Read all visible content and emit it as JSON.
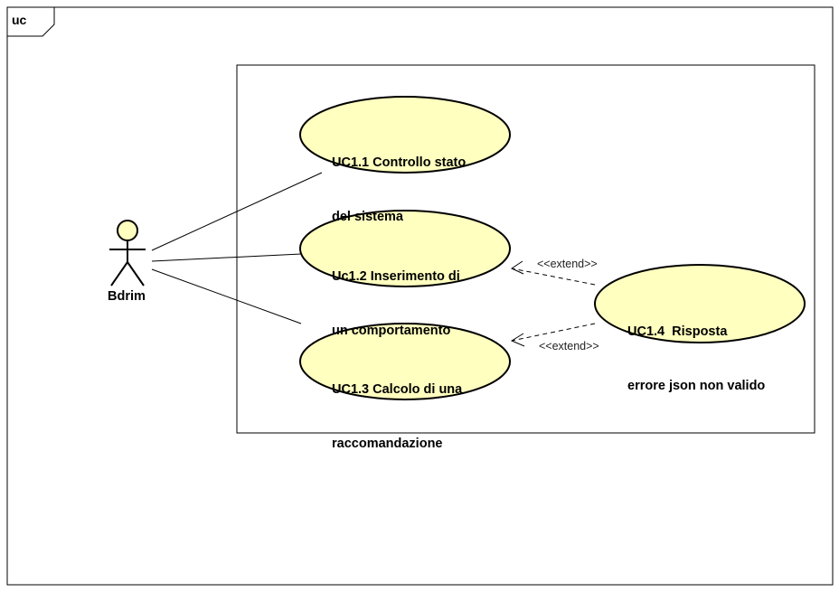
{
  "frame": {
    "label": "uc"
  },
  "actor": {
    "name": "Bdrim"
  },
  "use_cases": [
    {
      "id": "uc1_1",
      "line1": "UC1.1 Controllo stato",
      "line2": "del sistema"
    },
    {
      "id": "uc1_2",
      "line1": "Uc1.2 Inserimento di",
      "line2": "un comportamento"
    },
    {
      "id": "uc1_3",
      "line1": "UC1.3 Calcolo di una",
      "line2": "raccomandazione"
    },
    {
      "id": "uc1_4",
      "line1": "UC1.4  Risposta",
      "line2": "errore json non valido"
    }
  ],
  "relations": {
    "extend_1": "<<extend>>",
    "extend_2": "<<extend>>"
  },
  "colors": {
    "usecase_fill": "#FFFFC0",
    "actor_fill": "#FFFFC0",
    "stroke": "#000000"
  }
}
